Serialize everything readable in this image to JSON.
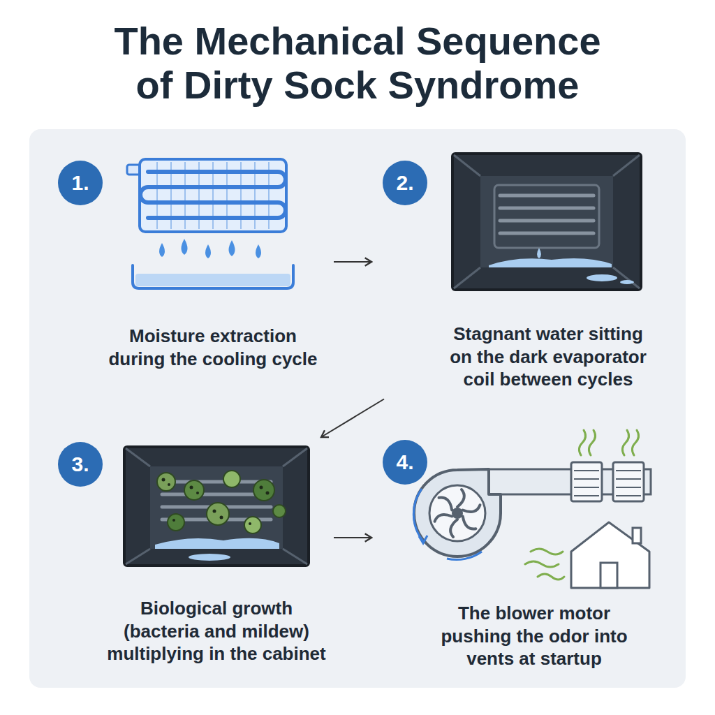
{
  "diagram": {
    "title": "The Mechanical Sequence of Dirty Sock Syndrome",
    "nodes": [
      {
        "text": [
          "Moisture extraction during the cooling cycle"
        ]
      },
      {
        "text": [
          "1."
        ],
        "in": 0
      },
      {
        "text": [
          "Stagnant water sitting on the dark evaporator coil between cycles"
        ]
      },
      {
        "text": [
          "2."
        ],
        "in": 2
      },
      {
        "text": [
          "Biological growth (bacteria and mildew) multiplying in the cabinet"
        ]
      },
      {
        "text": [
          "3."
        ],
        "in": 4
      },
      {
        "text": [
          "The blower motor pushing the odor into vents at startup"
        ]
      },
      {
        "text": [
          "4."
        ],
        "in": 6
      }
    ],
    "edges": [
      {
        "from": 0,
        "to": 2,
        "arrow": "to"
      },
      {
        "from": 2,
        "to": 4,
        "arrow": "to"
      },
      {
        "from": 4,
        "to": 6,
        "arrow": "to"
      }
    ]
  }
}
